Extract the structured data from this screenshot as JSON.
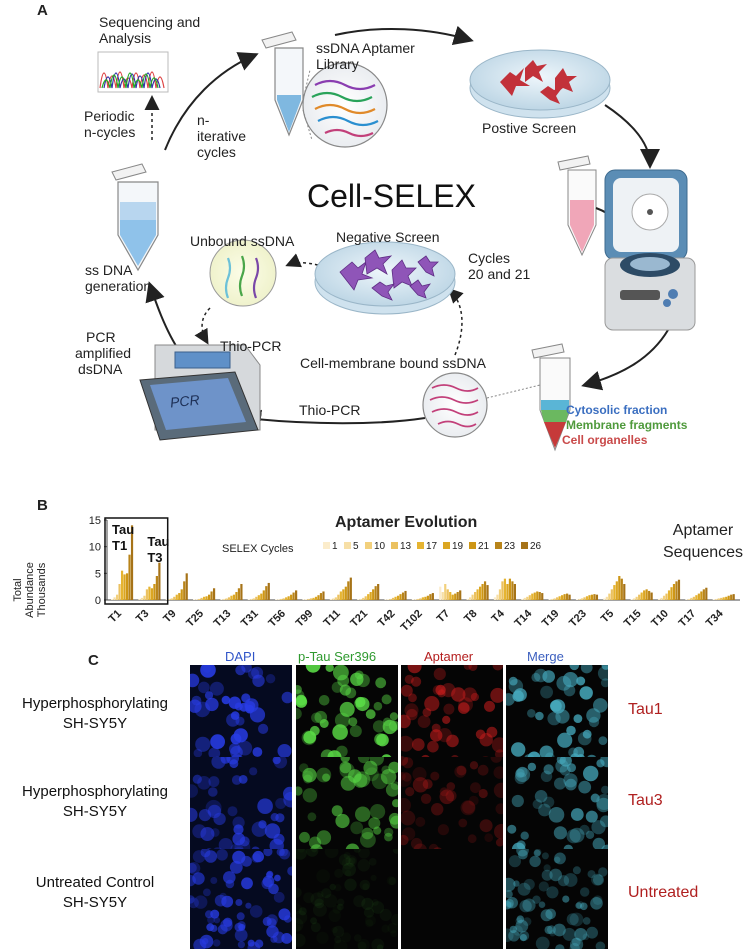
{
  "panelA": {
    "letter": "A",
    "center_title": "Cell-SELEX",
    "labels": {
      "sequencing": "Sequencing and",
      "sequencing2": "Analysis",
      "library1": "ssDNA Aptamer",
      "library2": "Library",
      "positive": "Postive Screen",
      "periodic1": "Periodic",
      "periodic2": "n-cycles",
      "iter1": "n-",
      "iter2": "iterative",
      "iter3": "cycles",
      "ssgen1": "ss DNA",
      "ssgen2": "generation",
      "unbound": "Unbound ssDNA",
      "negative": "Negative Screen",
      "cycles1": "Cycles",
      "cycles2": "20 and 21",
      "thio1": "Thio-PCR",
      "membrane_bound": "Cell-membrane bound ssDNA",
      "pcr1": "PCR",
      "pcr2": "amplified",
      "pcr3": "dsDNA",
      "thio2": "Thio-PCR",
      "machine": "PCR"
    },
    "fractions": [
      {
        "label": "Cytosolic fraction",
        "color": "#3a6ec0"
      },
      {
        "label": "Membrane fragments",
        "color": "#4f9a3c"
      },
      {
        "label": "Cell organelles",
        "color": "#c94a4a"
      }
    ]
  },
  "panelB": {
    "letter": "B",
    "chart_data": {
      "type": "bar",
      "title": "Aptamer Evolution",
      "ylabel": "Total Abundance Thousands",
      "ylim": [
        0,
        15
      ],
      "yticks": [
        0,
        5,
        10,
        15
      ],
      "legend_prefix": "SELEX  Cycles",
      "side_label": "Aptamer Sequences",
      "highlight_labels": [
        [
          "Tau",
          "T1"
        ],
        [
          "Tau",
          "T3"
        ]
      ],
      "cycles": [
        "1",
        "5",
        "10",
        "13",
        "17",
        "19",
        "21",
        "23",
        "26"
      ],
      "cycle_colors": [
        "#fbeccb",
        "#f7dfa6",
        "#f2d07c",
        "#ebc160",
        "#e6b431",
        "#dba622",
        "#cd9616",
        "#b8841a",
        "#a67318"
      ],
      "categories": [
        "T1",
        "T3",
        "T9",
        "T25",
        "T13",
        "T31",
        "T56",
        "T99",
        "T11",
        "T21",
        "T42",
        "T102",
        "T7",
        "T8",
        "T4",
        "T14",
        "T19",
        "T23",
        "T5",
        "T15",
        "T10",
        "T17",
        "T34"
      ],
      "values": [
        [
          0.2,
          0.5,
          1.0,
          3.0,
          5.5,
          4.8,
          5.0,
          8.5,
          14.0
        ],
        [
          0.2,
          0.4,
          0.8,
          2.0,
          2.5,
          2.2,
          3.0,
          4.5,
          7.0
        ],
        [
          0.1,
          0.2,
          0.3,
          0.6,
          1.0,
          1.3,
          2.0,
          3.5,
          5.0
        ],
        [
          0.1,
          0.1,
          0.2,
          0.4,
          0.6,
          0.7,
          1.0,
          1.6,
          2.2
        ],
        [
          0.1,
          0.2,
          0.3,
          0.5,
          0.8,
          1.0,
          1.5,
          2.2,
          3.0
        ],
        [
          0.1,
          0.2,
          0.3,
          0.6,
          0.9,
          1.2,
          1.8,
          2.6,
          3.2
        ],
        [
          0.1,
          0.1,
          0.2,
          0.3,
          0.5,
          0.7,
          1.0,
          1.4,
          1.8
        ],
        [
          0.1,
          0.1,
          0.2,
          0.3,
          0.4,
          0.6,
          0.9,
          1.3,
          1.6
        ],
        [
          0.2,
          0.3,
          0.5,
          1.0,
          1.6,
          2.0,
          2.5,
          3.5,
          4.2
        ],
        [
          0.1,
          0.2,
          0.4,
          0.7,
          1.1,
          1.5,
          2.0,
          2.6,
          3.0
        ],
        [
          0.1,
          0.1,
          0.2,
          0.4,
          0.6,
          0.8,
          1.1,
          1.4,
          1.7
        ],
        [
          0.1,
          0.1,
          0.2,
          0.3,
          0.5,
          0.6,
          0.8,
          1.1,
          1.3
        ],
        [
          2.5,
          1.5,
          3.0,
          2.0,
          1.5,
          1.0,
          1.2,
          1.5,
          1.8
        ],
        [
          0.2,
          0.5,
          1.0,
          1.5,
          2.0,
          2.5,
          3.0,
          3.5,
          2.8
        ],
        [
          0.5,
          1.0,
          2.0,
          3.5,
          4.0,
          3.0,
          4.0,
          3.5,
          3.0
        ],
        [
          0.2,
          0.4,
          0.6,
          0.9,
          1.2,
          1.4,
          1.6,
          1.5,
          1.3
        ],
        [
          0.1,
          0.2,
          0.3,
          0.5,
          0.7,
          0.9,
          1.1,
          1.2,
          1.0
        ],
        [
          0.1,
          0.2,
          0.3,
          0.5,
          0.7,
          0.9,
          1.0,
          1.1,
          1.0
        ],
        [
          0.3,
          0.6,
          1.2,
          2.0,
          2.8,
          3.5,
          4.5,
          4.0,
          3.0
        ],
        [
          0.1,
          0.3,
          0.6,
          1.0,
          1.4,
          1.8,
          2.0,
          1.7,
          1.4
        ],
        [
          0.2,
          0.4,
          0.8,
          1.2,
          1.8,
          2.4,
          3.0,
          3.5,
          3.8
        ],
        [
          0.1,
          0.2,
          0.4,
          0.6,
          0.9,
          1.2,
          1.6,
          2.0,
          2.3
        ],
        [
          0.1,
          0.2,
          0.3,
          0.4,
          0.5,
          0.6,
          0.8,
          1.0,
          1.1
        ]
      ]
    }
  },
  "panelC": {
    "letter": "C",
    "channels": [
      {
        "label": "DAPI",
        "color": "#3055c8"
      },
      {
        "label": "p-Tau Ser396",
        "color": "#2f9a2f"
      },
      {
        "label": "Aptamer",
        "color": "#b52020"
      },
      {
        "label": "Merge",
        "color": "#3c5fbf"
      }
    ],
    "rows": [
      {
        "label1": "Hyperphosphorylating",
        "label2": "SH-SY5Y",
        "tag": "Tau1"
      },
      {
        "label1": "Hyperphosphorylating",
        "label2": "SH-SY5Y",
        "tag": "Tau3"
      },
      {
        "label1": "Untreated Control",
        "label2": "SH-SY5Y",
        "tag": "Untreated"
      }
    ]
  }
}
